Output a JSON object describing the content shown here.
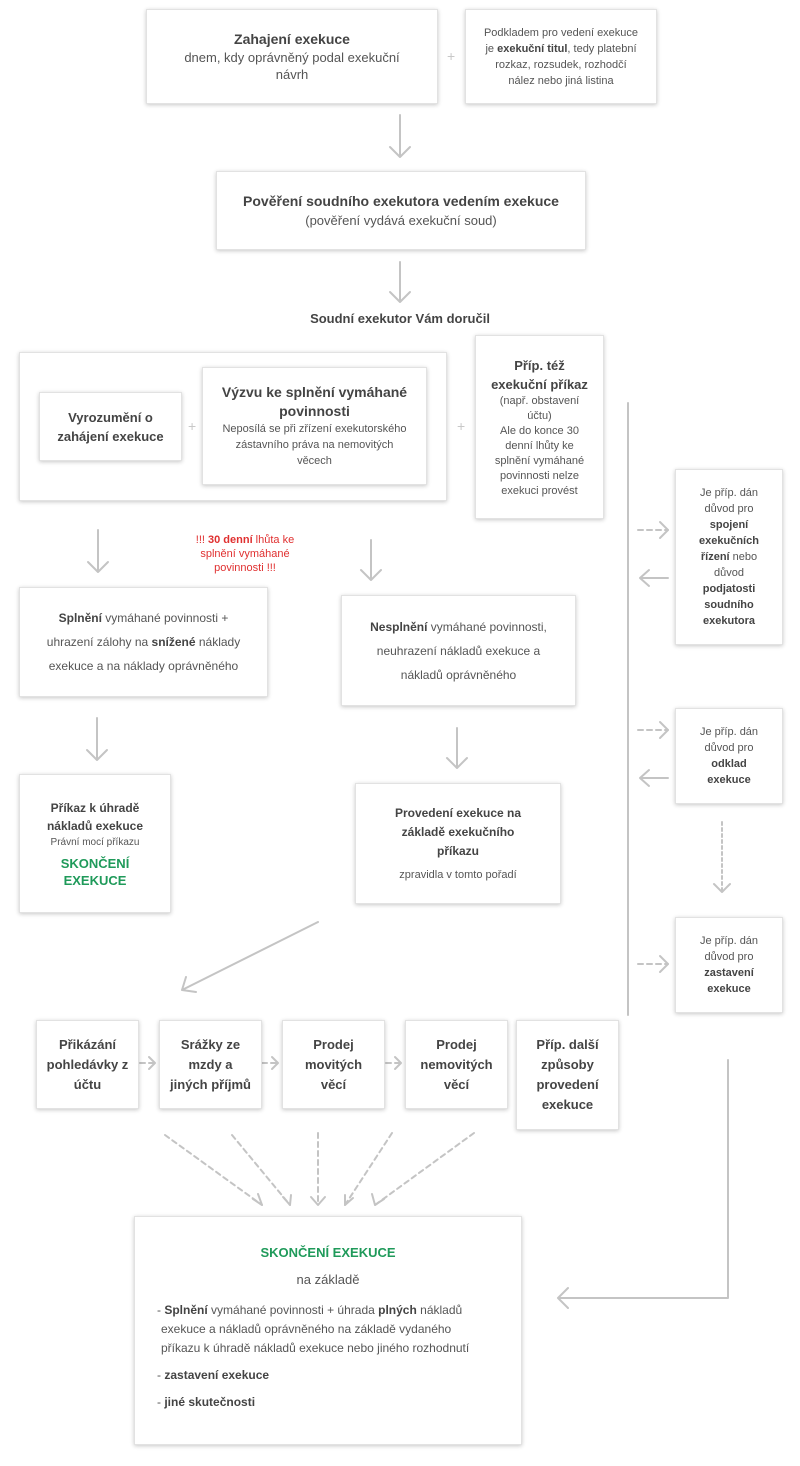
{
  "start": {
    "title": "Zahajení exekuce",
    "desc": "dnem, kdy oprávněný podal exekuční návrh"
  },
  "basis": {
    "p1": "Podkladem pro vedení exekuce",
    "p2a": "je ",
    "p2b": "exekuční titul",
    "p2c": ", tedy platební",
    "p3": "rozkaz, rozsudek, rozhodčí",
    "p4": "nález nebo jiná listina"
  },
  "plus_sign": "+",
  "commission": {
    "title": "Pověření soudního exekutora vedením exekuce",
    "desc": "(pověření vydává exekuční soud)"
  },
  "delivered_heading": "Soudní exekutor Vám doručil",
  "notice": {
    "l1": "Vyrozumění o",
    "l2": "zahájení exekuce"
  },
  "summons": {
    "t1": "Výzvu ke splnění vymáhané",
    "t2": "povinnosti",
    "d1": "Neposílá se při zřízení exekutorského",
    "d2": "zástavního práva na nemovitých",
    "d3": "věcech"
  },
  "order": {
    "t1": "Příp. též",
    "t2": "exekuční příkaz",
    "d1": "(např. obstavení",
    "d2": "účtu)",
    "d3": "Ale do konce 30",
    "d4": "denní lhůty ke",
    "d5": "splnění vymáhané",
    "d6": "povinnosti nelze",
    "d7": "exekuci provést"
  },
  "deadline": {
    "a": "!!! ",
    "b": "30 denní",
    "c": " lhůta ke",
    "l2": "splnění vymáhané",
    "l3": "povinnosti !!!"
  },
  "fulfil": {
    "l1a": "Splnění",
    "l1b": " vymáhané povinnosti +",
    "l2a": "uhrazení zálohy na ",
    "l2b": "snížené",
    "l2c": " náklady",
    "l3": "exekuce a na náklady oprávněného"
  },
  "nonfulfil": {
    "l1a": "Nesplnění",
    "l1b": " vymáhané povinnosti,",
    "l2": "neuhrazení nákladů exekuce a",
    "l3": "nákladů oprávněného"
  },
  "cost_order": {
    "l1": "Příkaz k úhradě",
    "l2": "nákladů exekuce",
    "l3": "Právní mocí příkazu",
    "l4": "SKONČENÍ",
    "l5": "EXEKUCE"
  },
  "execution": {
    "l1": "Provedení exekuce na",
    "l2": "základě exekučního",
    "l3": "příkazu",
    "l4": "zpravidla v tomto pořadí"
  },
  "merge": {
    "l1": "Je příp. dán",
    "l2": "důvod pro",
    "l3": "spojení",
    "l4": "exekučních",
    "l5a": "řízení",
    "l5b": " nebo",
    "l6": "důvod",
    "l7": "podjatosti",
    "l8": "soudního",
    "l9": "exekutora"
  },
  "postpone": {
    "l1": "Je příp. dán",
    "l2": "důvod pro",
    "l3": "odklad",
    "l4": "exekuce"
  },
  "stop": {
    "l1": "Je příp. dán",
    "l2": "důvod pro",
    "l3": "zastavení",
    "l4": "exekuce"
  },
  "methods": [
    {
      "l1": "Přikázání",
      "l2": "pohledávky z",
      "l3": "účtu"
    },
    {
      "l1": "Srážky ze",
      "l2": "mzdy a",
      "l3": "jiných příjmů"
    },
    {
      "l1": "Prodej",
      "l2": "movitých",
      "l3": "věcí"
    },
    {
      "l1": "Prodej",
      "l2": "nemovitých",
      "l3": "věcí"
    },
    {
      "l1": "Příp. další",
      "l2": "způsoby",
      "l3": "provedení",
      "l4": "exekuce"
    }
  ],
  "end": {
    "title": "SKONČENÍ EXEKUCE",
    "sub": "na základě",
    "b1a": "- ",
    "b1b": "Splnění",
    "b1c": " vymáhané povinnosti + úhrada ",
    "b1d": "plných",
    "b1e": " nákladů",
    "b1l2": "exekuce a nákladů oprávněného na základě vydaného",
    "b1l3": "příkazu k úhradě nákladů exekuce nebo jiného rozhodnutí",
    "b2a": "- ",
    "b2b": "zastavení exekuce",
    "b3a": "- ",
    "b3b": "jiné skutečnosti"
  },
  "colors": {
    "arrow": "#c4c4c4",
    "accent_green": "#1f9a5a",
    "warning_red": "#e03030",
    "border": "#e2e2e2"
  }
}
